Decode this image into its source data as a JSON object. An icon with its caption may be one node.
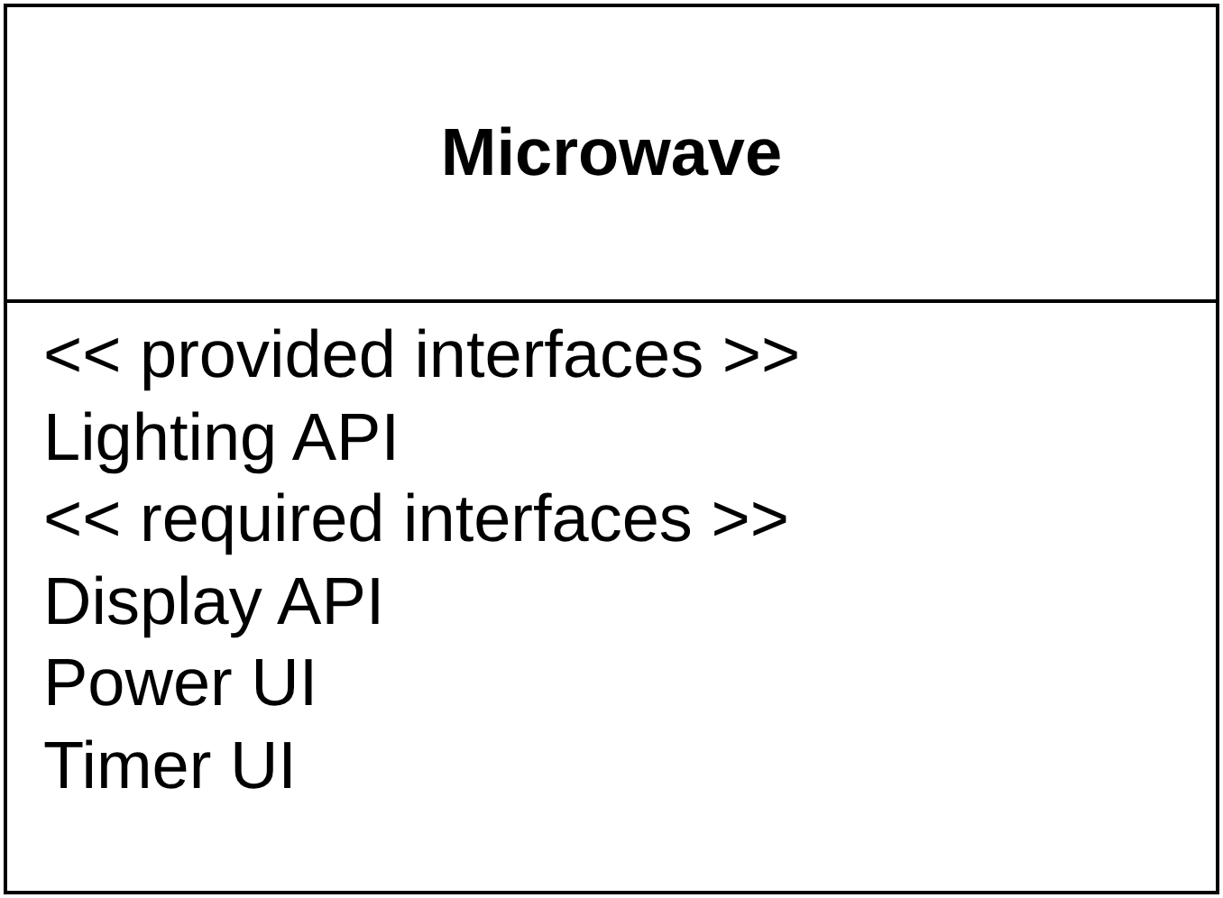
{
  "diagram": {
    "nodes": [
      {
        "text": [
          "Microwave",
          "<< provided interfaces >>",
          "Lighting API",
          "<< required interfaces >>",
          "Display API",
          "Power UI",
          "Timer UI"
        ]
      }
    ]
  }
}
